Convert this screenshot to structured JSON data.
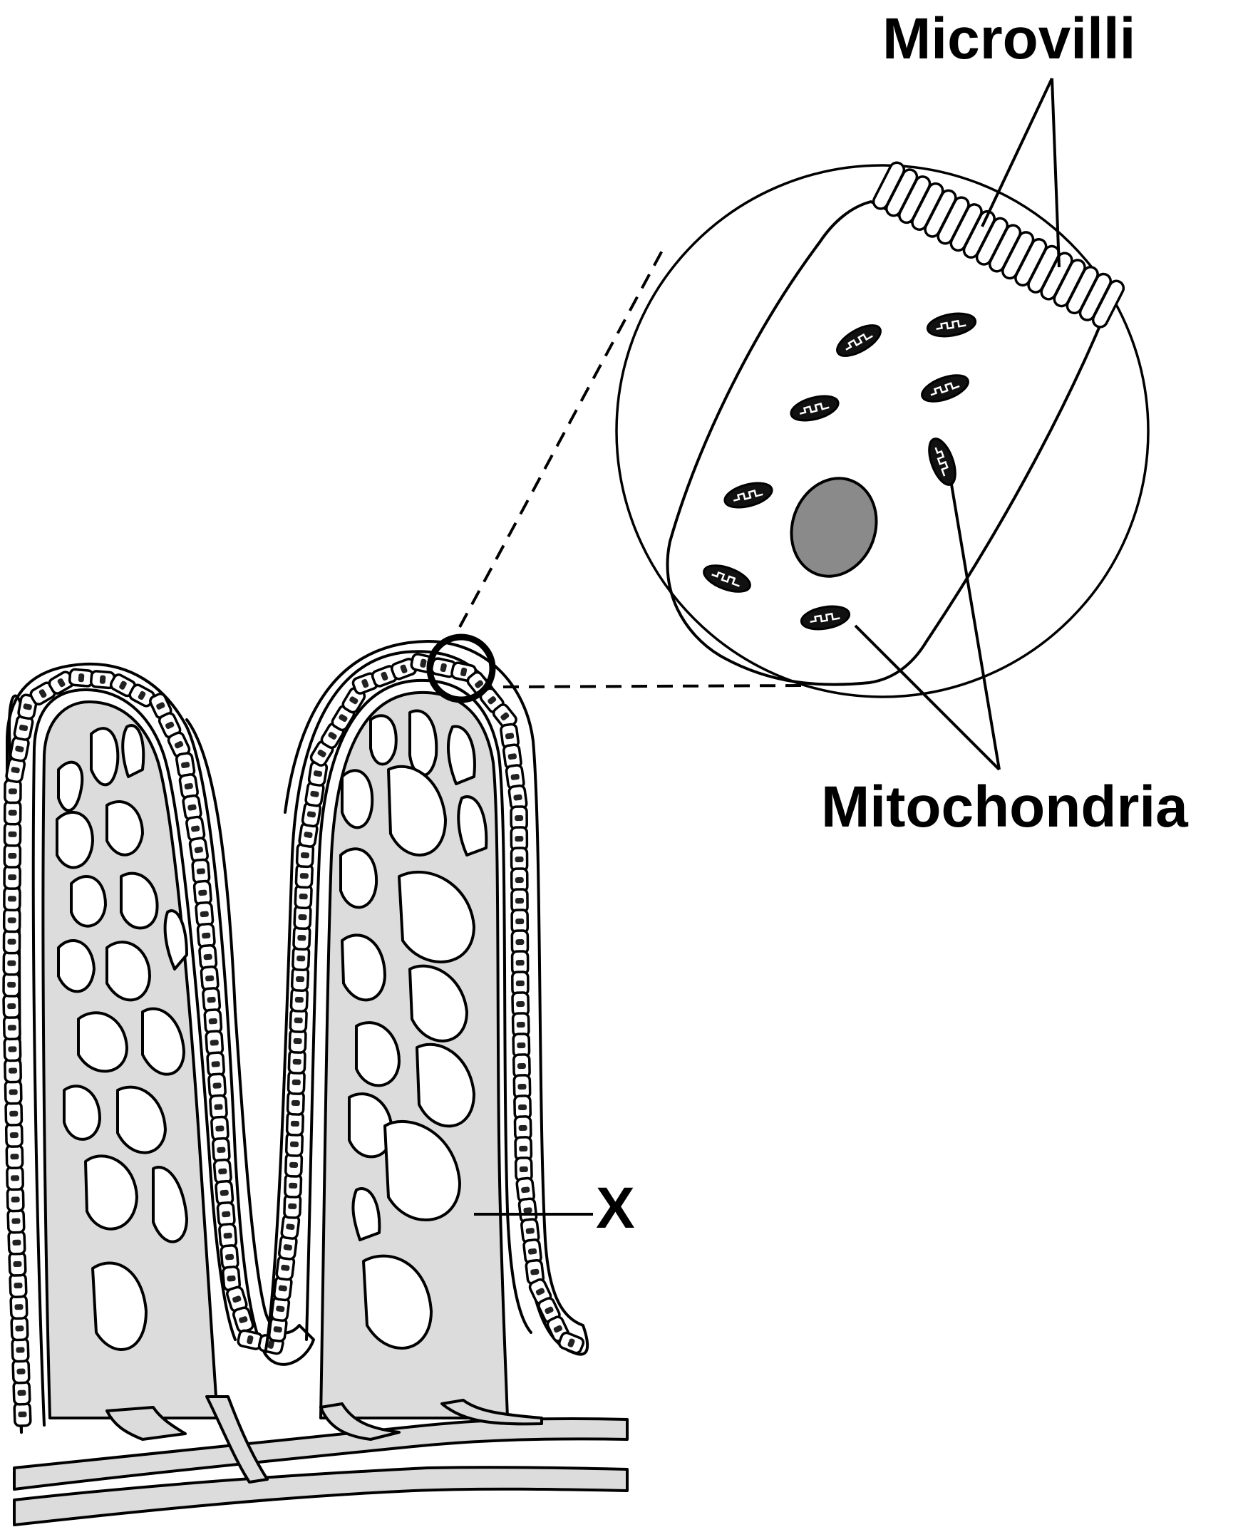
{
  "labels": {
    "microvilli": "Microvilli",
    "mitochondria": "Mitochondria",
    "x": "X"
  },
  "colors": {
    "ink": "#000000",
    "tissue": "#dcdcdc",
    "nucleus": "#8a8a8a",
    "background": "#ffffff"
  }
}
